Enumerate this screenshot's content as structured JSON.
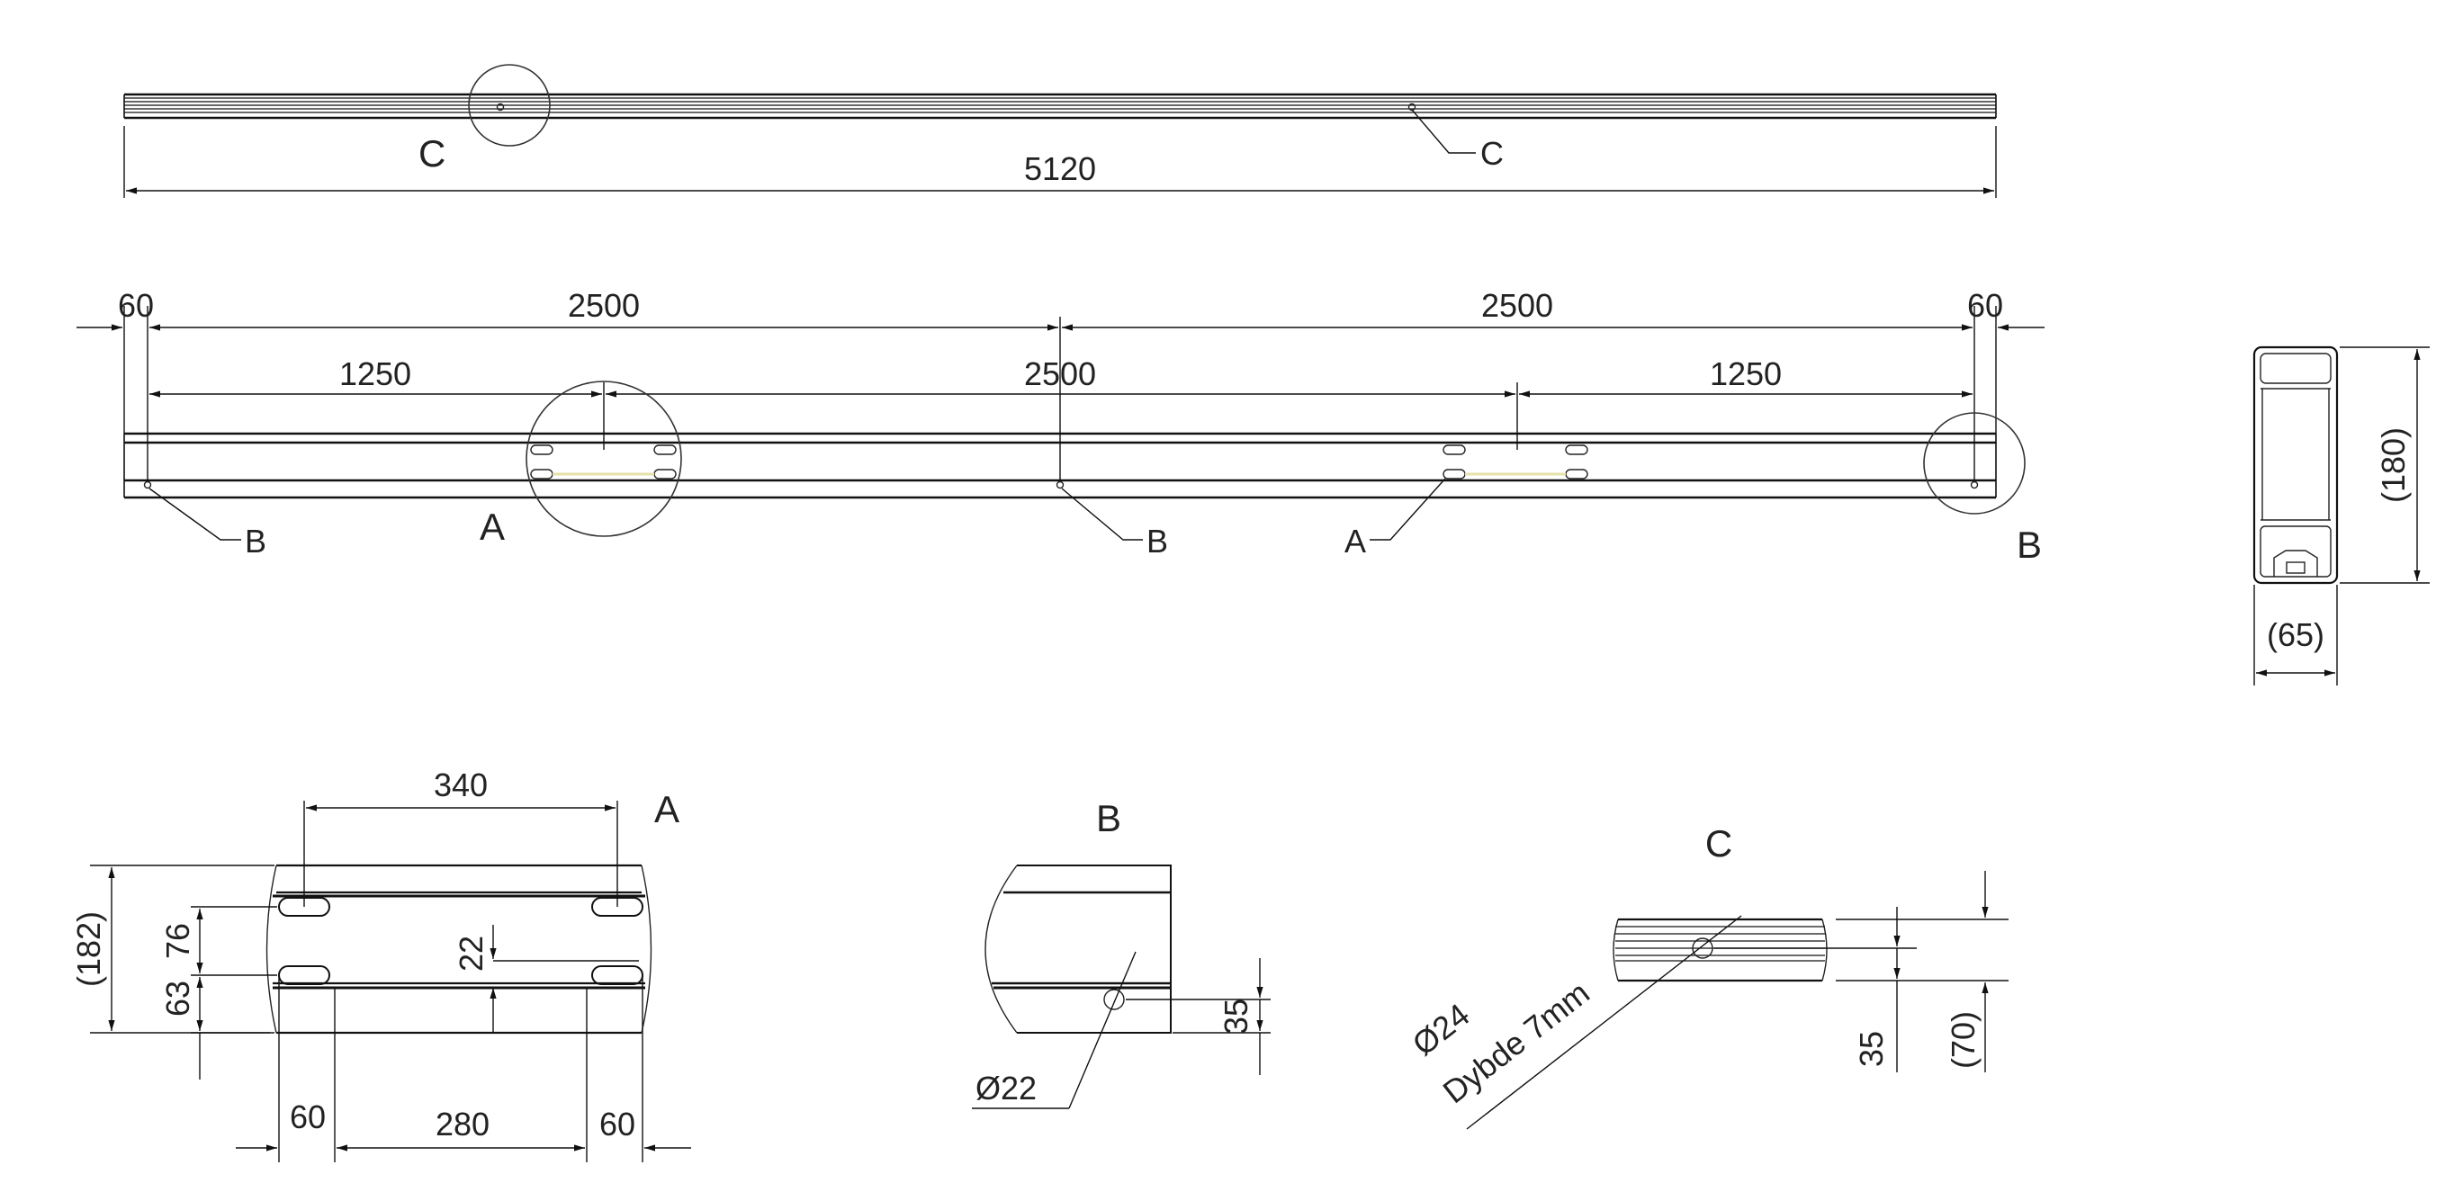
{
  "drawing": {
    "top_view": {
      "length": "5120",
      "callout_circle_label": "C",
      "callout_leader_label": "C"
    },
    "front_view": {
      "dims_top_row": [
        "60",
        "2500",
        "2500",
        "60"
      ],
      "dims_second_row": [
        "1250",
        "2500",
        "1250"
      ],
      "callout_a_circle": "A",
      "callout_b_leader_left": "B",
      "callout_b_leader_mid": "B",
      "callout_a_leader": "A",
      "callout_b_circle": "B"
    },
    "end_view": {
      "height": "(180)",
      "width": "(65)"
    },
    "detail_a": {
      "title": "A",
      "dim_top": "340",
      "dim_height": "(182)",
      "dim_76": "76",
      "dim_63": "63",
      "dim_22": "22",
      "dim_bottom_left": "60",
      "dim_bottom_mid": "280",
      "dim_bottom_right": "60"
    },
    "detail_b": {
      "title": "B",
      "dim_35": "35",
      "hole_dia": "Ø22"
    },
    "detail_c": {
      "title": "C",
      "hole_dia": "Ø24",
      "depth": "Dybde 7mm",
      "dim_35": "35",
      "dim_70": "(70)"
    }
  },
  "colors": {
    "line": "#111111",
    "background": "#ffffff"
  }
}
